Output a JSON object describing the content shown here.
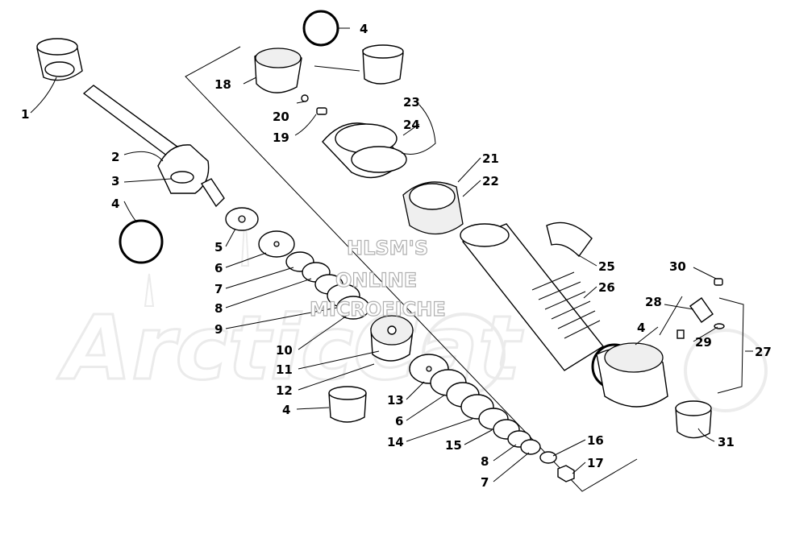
{
  "watermark": {
    "line1": "HLSM'S",
    "line2": "ONLINE",
    "line3": "MICROFICHE",
    "logo": "ArcticCat"
  },
  "callouts": {
    "c1": "1",
    "c2": "2",
    "c3": "3",
    "c4a": "4",
    "c4b": "4",
    "c4c": "4",
    "c4d": "4",
    "c5": "5",
    "c6a": "6",
    "c6b": "6",
    "c7a": "7",
    "c7b": "7",
    "c8a": "8",
    "c8b": "8",
    "c9": "9",
    "c10": "10",
    "c11": "11",
    "c12": "12",
    "c13": "13",
    "c14": "14",
    "c15": "15",
    "c16": "16",
    "c17": "17",
    "c18": "18",
    "c19": "19",
    "c20": "20",
    "c21": "21",
    "c22": "22",
    "c23": "23",
    "c24": "24",
    "c25": "25",
    "c26": "26",
    "c27": "27",
    "c28": "28",
    "c29": "29",
    "c30": "30",
    "c31": "31"
  }
}
